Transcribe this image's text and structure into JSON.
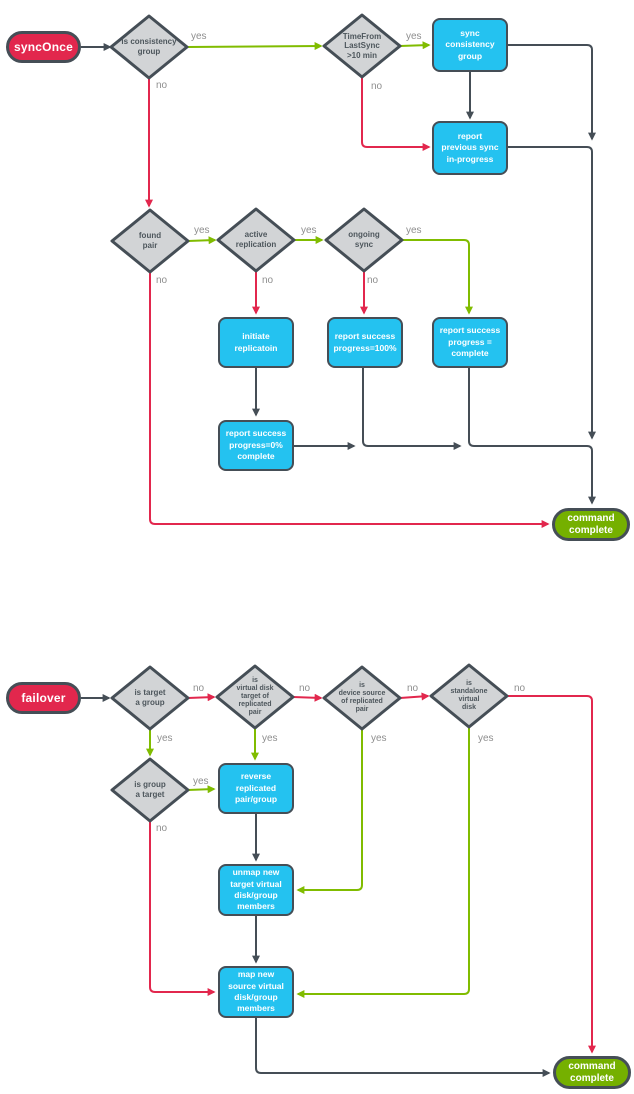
{
  "colors": {
    "red": "#E2274D",
    "green": "#80BC00",
    "green_dark": "#75B000",
    "cyan": "#24C2F0",
    "slate": "#454E56",
    "diamond_fill": "#D2D4D6",
    "diamond_text": "#4D565C",
    "label_gray": "#8E8E8E"
  },
  "edge_labels": {
    "yes": "yes",
    "no": "no"
  },
  "sync_once_chart": {
    "start": "syncOnce",
    "decisions": {
      "is_consistency_group": "is consistency\ngroup",
      "time_from_last_sync": "TimeFrom\nLastSync\n>10 min",
      "found_pair": "found\npair",
      "active_replication": "active\nreplication",
      "ongoing_sync": "ongoing\nsync"
    },
    "processes": {
      "sync_consistency_group": "sync\nconsistency\ngroup",
      "report_previous_sync": "report\nprevious sync\nin-progress",
      "initiate_replication": "initiate\nreplicatoin",
      "report_success_100": "report success\nprogress=100%",
      "report_success_complete": "report success\nprogress =\ncomplete",
      "report_success_0": "report success\nprogress=0%\ncomplete"
    },
    "end": "command\ncomplete"
  },
  "failover_chart": {
    "start": "failover",
    "decisions": {
      "is_target_a_group": "is target\na group",
      "is_vd_target_of_pair": "is\nvirtual disk\ntarget of\nreplicated\npair",
      "is_device_source": "is\ndevice source\nof replicated\npair",
      "is_standalone_vd": "is\nstandalone\nvirtual\ndisk",
      "is_group_a_target": "is group\na target"
    },
    "processes": {
      "reverse_replicated": "reverse\nreplicated\npair/group",
      "unmap_new_target": "unmap new\ntarget virtual\ndisk/group\nmembers",
      "map_new_source": "map new\nsource virtual\ndisk/group\nmembers"
    },
    "end": "command\ncomplete"
  }
}
